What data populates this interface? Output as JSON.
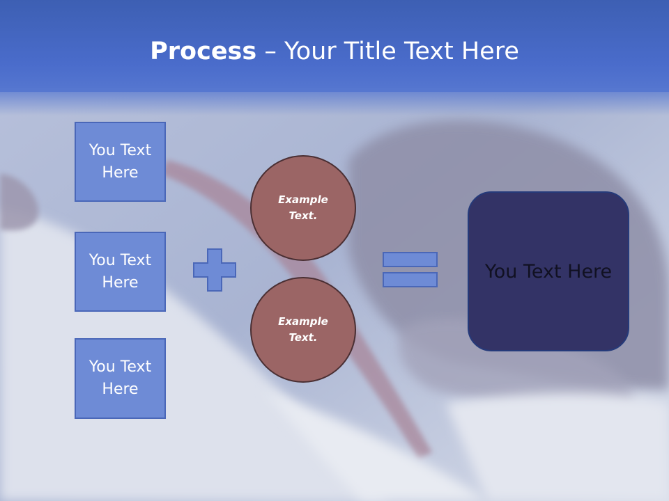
{
  "title": {
    "bold": "Process",
    "rest": " – Your Title Text Here"
  },
  "inputs": [
    {
      "label": "You Text Here"
    },
    {
      "label": "You Text Here"
    },
    {
      "label": "You Text Here"
    }
  ],
  "circles": [
    {
      "label": "Example Text."
    },
    {
      "label": "Example Text."
    }
  ],
  "result": {
    "label": "You Text Here"
  },
  "colors": {
    "title_band": "#4a6ccb",
    "box_fill": "#6e8bd6",
    "circle_fill": "#9b6565",
    "result_fill": "#333366"
  },
  "icons": {
    "operator_1": "plus-icon",
    "operator_2": "equals-icon"
  }
}
